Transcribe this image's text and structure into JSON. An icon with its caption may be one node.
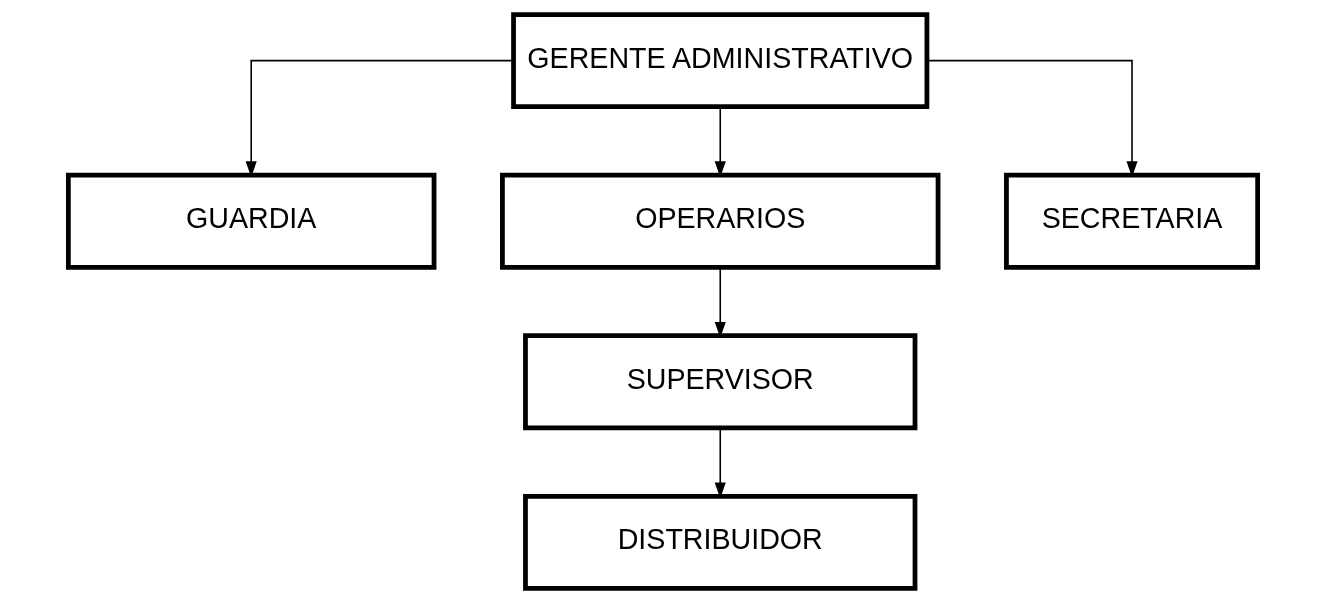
{
  "diagram": {
    "nodes": [
      {
        "text": [
          "GERENTE ADMINISTRATIVO"
        ]
      },
      {
        "text": [
          "GUARDIA"
        ]
      },
      {
        "text": [
          "OPERARIOS"
        ]
      },
      {
        "text": [
          "SECRETARIA"
        ]
      },
      {
        "text": [
          "SUPERVISOR"
        ]
      },
      {
        "text": [
          "DISTRIBUIDOR"
        ]
      }
    ],
    "edges": [
      {
        "from": 0,
        "to": 1,
        "arrow": "to"
      },
      {
        "from": 0,
        "to": 2,
        "arrow": "to"
      },
      {
        "from": 0,
        "to": 3,
        "arrow": "to"
      },
      {
        "from": 2,
        "to": 4,
        "arrow": "to"
      },
      {
        "from": 4,
        "to": 5,
        "arrow": "to"
      }
    ]
  }
}
